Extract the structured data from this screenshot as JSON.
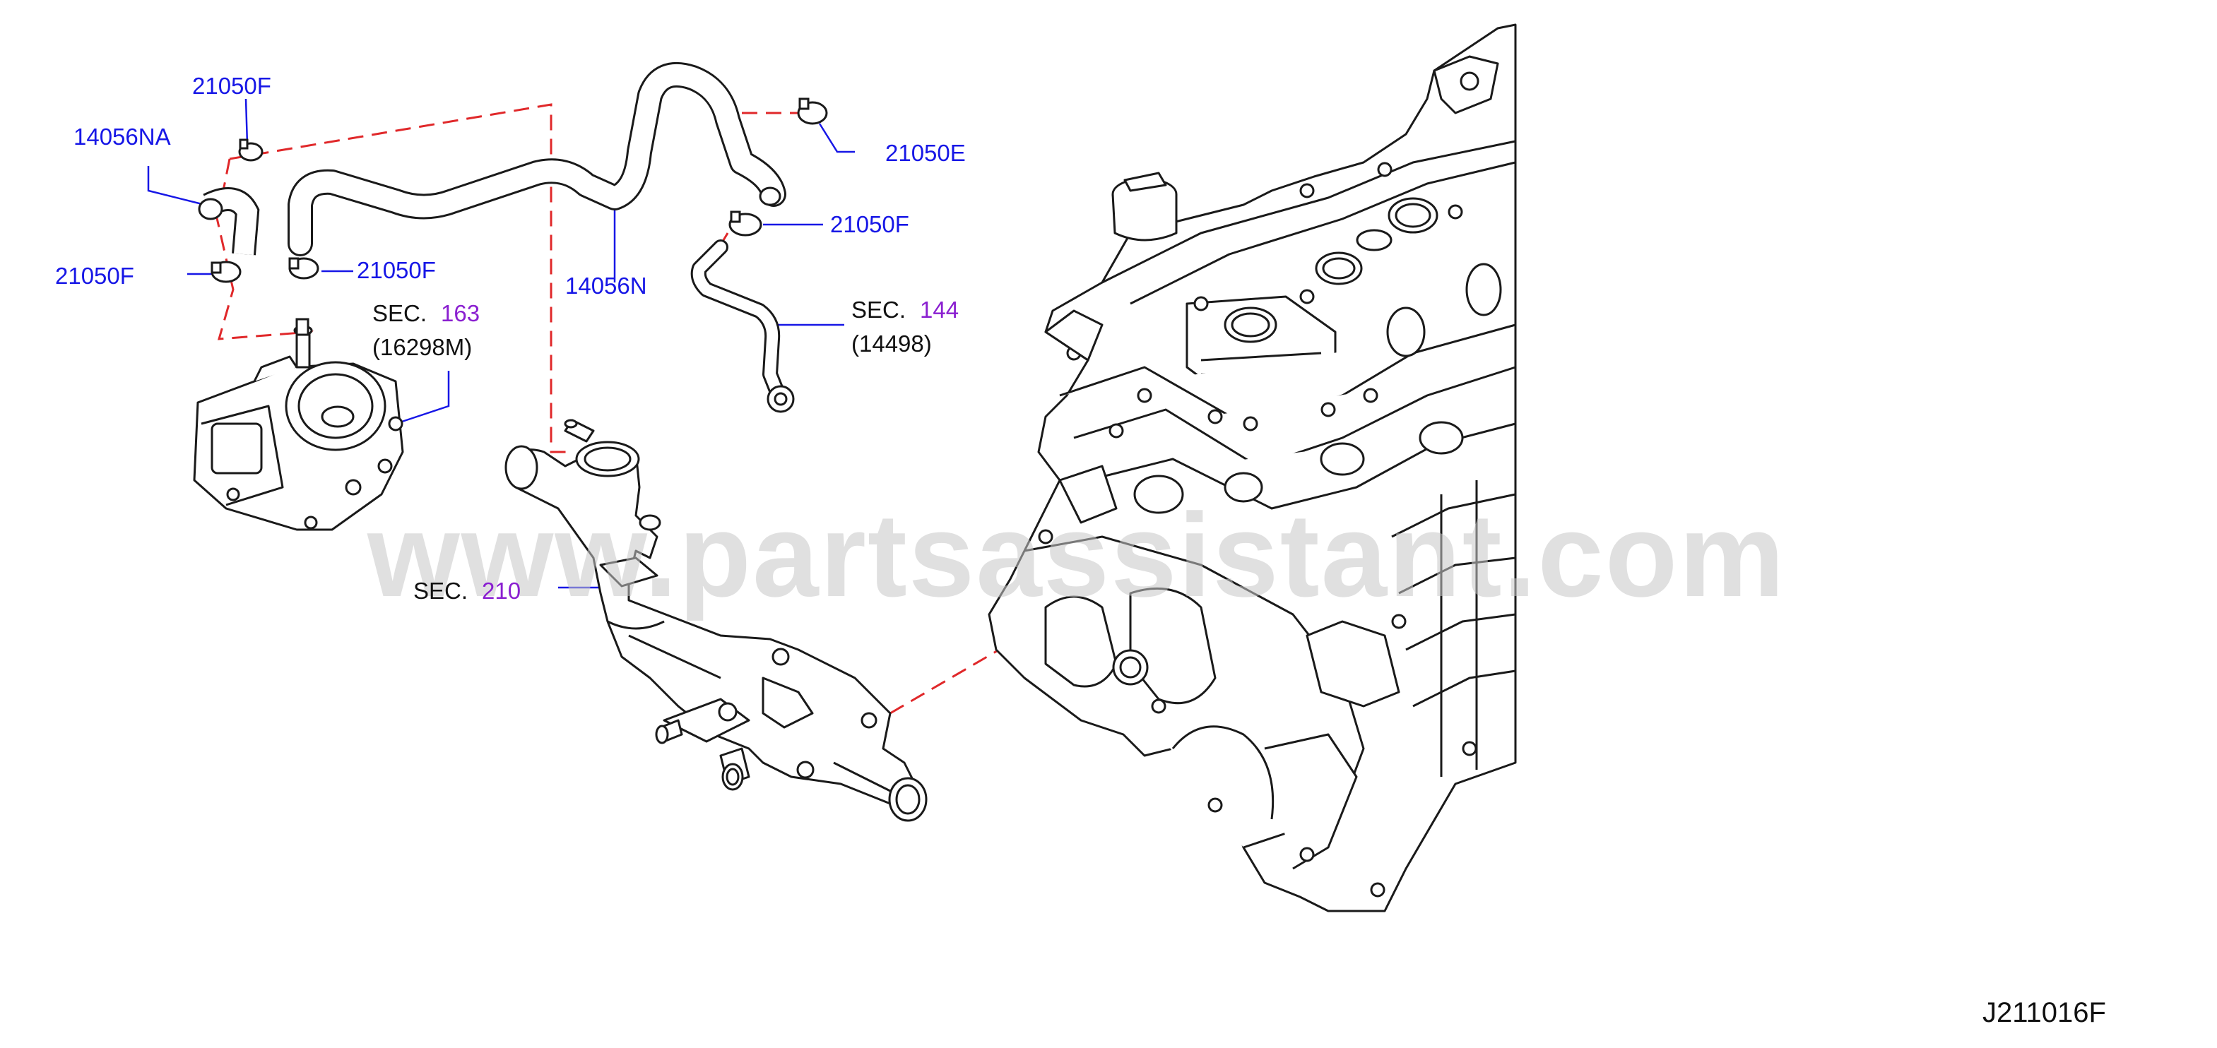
{
  "callouts": {
    "c21050f_top": "21050F",
    "c14056na": "14056NA",
    "c21050f_left": "21050F",
    "c21050f_mid": "21050F",
    "c14056n": "14056N",
    "c21050e": "21050E",
    "c21050f_right": "21050F"
  },
  "sections": {
    "sec163": {
      "prefix": "SEC.",
      "number": "163",
      "sub": "(16298M)"
    },
    "sec144": {
      "prefix": "SEC.",
      "number": "144",
      "sub": "(14498)"
    },
    "sec210": {
      "prefix": "SEC.",
      "number": "210"
    }
  },
  "watermark": "www.partsassistant.com",
  "diagram_id": "J211016F",
  "colors": {
    "callout": "#1717e6",
    "section_number": "#8a1fd0",
    "dashed_line": "#e0282a",
    "line_art": "#1a1a1a"
  }
}
